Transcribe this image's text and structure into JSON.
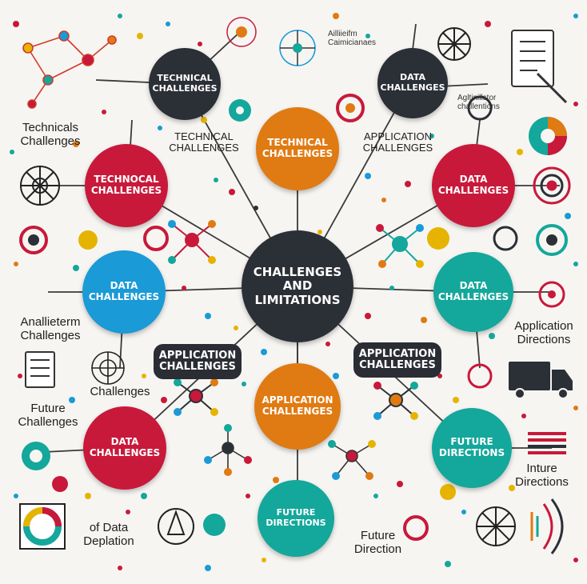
{
  "center": {
    "text": "CHALLENGES AND LIMITATIONS"
  },
  "nodes": {
    "top_left": "TECHNICAL CHALLENGES",
    "top_right": "DATA CHALLENGES",
    "upper_center": "TECHNICAL CHALLENGES",
    "left_red": "TECHNOCAL CHALLENGES",
    "right_red": "DATA CHALLENGES",
    "left_blue": "DATA CHALLENGES",
    "right_teal": "DATA CHALLENGES",
    "lower_center": "APPLICATION CHALLENGES",
    "bottom_left_red": "DATA CHALLENGES",
    "right_future": "FUTURE DIRECTIONS",
    "bottom_teal": "FUTURE DIRECTIONS"
  },
  "pills": {
    "left": "APPLICATION CHALLENGES",
    "right": "APPLICATION CHALLENGES"
  },
  "labels": {
    "technicals_challenges": "Technicals Challenges",
    "technical_challenges_caps": "TECHNICAL CHALLENGES",
    "application_challenges_caps": "APPLICATION CHALLENGES",
    "analitetm_challenges": "Anallieterm Challenges",
    "application_directions": "Application Directions",
    "challenges": "Challenges",
    "future_challenges": "Future Challenges",
    "inture_directions": "Inture Directions",
    "of_data_deplation": "of Data Deplation",
    "future_direction": "Future Direction",
    "tiny_top": "Ailliieifm Caimicianaes",
    "tiny_right": "Agltinillstor challentions"
  },
  "colors": {
    "dark": "#2b2f36",
    "red": "#c8193a",
    "orange": "#e07a12",
    "blue": "#1a9ad6",
    "teal": "#14a79b",
    "background": "#f6f5f2"
  }
}
